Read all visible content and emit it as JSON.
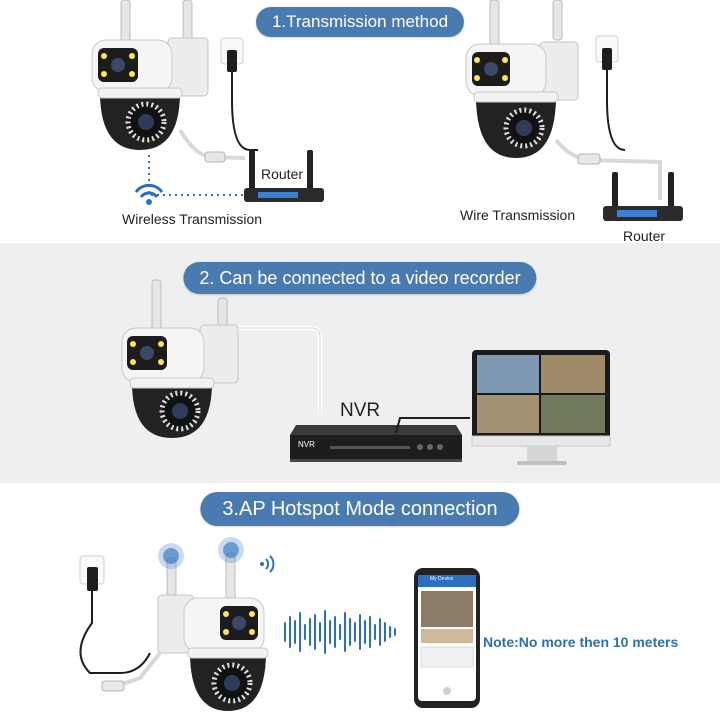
{
  "section1": {
    "title": "1.Transmission method",
    "router_label_left": "Router",
    "wireless_label": "Wireless Transmission",
    "wire_label": "Wire Transmission",
    "router_label_right": "Router"
  },
  "section2": {
    "title": "2. Can be connected to a video recorder",
    "nvr_label": "NVR",
    "nvr_device_text": "NVR"
  },
  "section3": {
    "title": "3.AP Hotspot Mode connection",
    "phone_header": "My Device",
    "note": "Note:No more then 10 meters"
  },
  "colors": {
    "pill_blue": "#4a7bb0",
    "note_blue": "#2e6fb0",
    "signal_blue": "#2a6fc0"
  }
}
